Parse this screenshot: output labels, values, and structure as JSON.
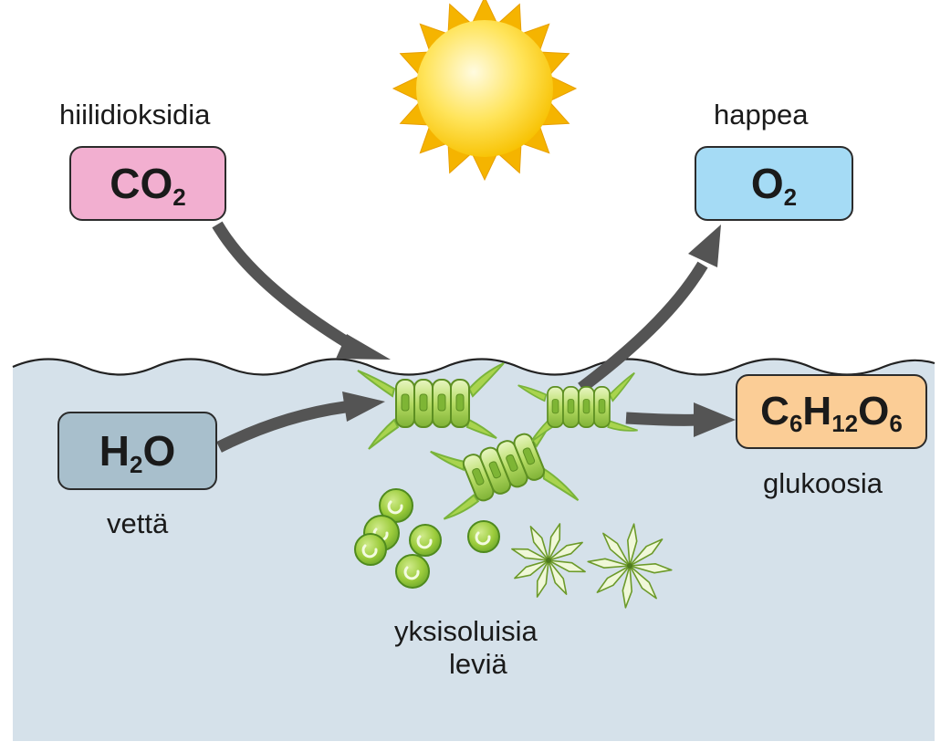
{
  "labels": {
    "co2_name": "hiilidioksidia",
    "o2_name": "happea",
    "h2o_name": "vettä",
    "glucose_name": "glukoosia",
    "algae_line1": "yksisoluisia",
    "algae_line2": "leviä"
  },
  "formulas": {
    "co2": {
      "pre": "CO",
      "sub": "2"
    },
    "o2": {
      "pre": "O",
      "sub": "2"
    },
    "h2o": {
      "pre": "H",
      "sub": "2",
      "post": "O"
    },
    "glucose": {
      "a": "C",
      "a_sub": "6",
      "b": "H",
      "b_sub": "12",
      "c": "O",
      "c_sub": "6"
    }
  },
  "colors": {
    "water": "#d5e1ea",
    "sun": "#ffd21a",
    "sun_rays": "#f5b400",
    "arrows": "#545454",
    "co2_box": "#f2afd0",
    "o2_box": "#a5dbf5",
    "h2o_box": "#a8bfcc",
    "glucose_box": "#fbcd96",
    "algae": "#a9d44e"
  },
  "icons": {
    "sun": "sun-icon",
    "algae_filament": "algae-filament-icon",
    "algae_cell": "algae-cell-icon",
    "diatom_star": "diatom-star-icon"
  }
}
